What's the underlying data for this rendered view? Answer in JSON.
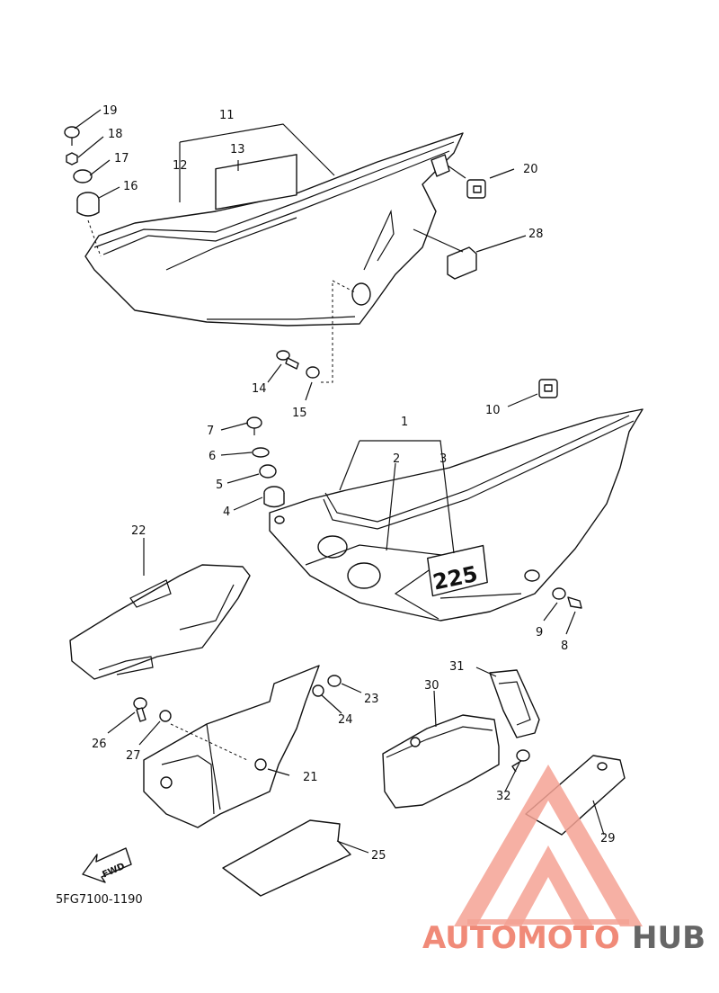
{
  "diagram_code": "5FG7100-1190",
  "fwd_label": "FWD",
  "number_plate_text": "225",
  "callouts": [
    {
      "id": "c1",
      "text": "1"
    },
    {
      "id": "c2",
      "text": "2"
    },
    {
      "id": "c3",
      "text": "3"
    },
    {
      "id": "c4",
      "text": "4"
    },
    {
      "id": "c5",
      "text": "5"
    },
    {
      "id": "c6",
      "text": "6"
    },
    {
      "id": "c7",
      "text": "7"
    },
    {
      "id": "c8",
      "text": "8"
    },
    {
      "id": "c9",
      "text": "9"
    },
    {
      "id": "c10",
      "text": "10"
    },
    {
      "id": "c11",
      "text": "11"
    },
    {
      "id": "c12",
      "text": "12"
    },
    {
      "id": "c13",
      "text": "13"
    },
    {
      "id": "c14",
      "text": "14"
    },
    {
      "id": "c15",
      "text": "15"
    },
    {
      "id": "c16",
      "text": "16"
    },
    {
      "id": "c17",
      "text": "17"
    },
    {
      "id": "c18",
      "text": "18"
    },
    {
      "id": "c19",
      "text": "19"
    },
    {
      "id": "c20",
      "text": "20"
    },
    {
      "id": "c21",
      "text": "21"
    },
    {
      "id": "c22",
      "text": "22"
    },
    {
      "id": "c23",
      "text": "23"
    },
    {
      "id": "c24",
      "text": "24"
    },
    {
      "id": "c25",
      "text": "25"
    },
    {
      "id": "c26",
      "text": "26"
    },
    {
      "id": "c27",
      "text": "27"
    },
    {
      "id": "c28",
      "text": "28"
    },
    {
      "id": "c29",
      "text": "29"
    },
    {
      "id": "c30",
      "text": "30"
    },
    {
      "id": "c31",
      "text": "31"
    },
    {
      "id": "c32",
      "text": "32"
    }
  ],
  "watermark": {
    "part1": "AUTOMOTO",
    "part2": "HUB",
    "color_primary": "#f08a78",
    "color_secondary": "#666666"
  }
}
